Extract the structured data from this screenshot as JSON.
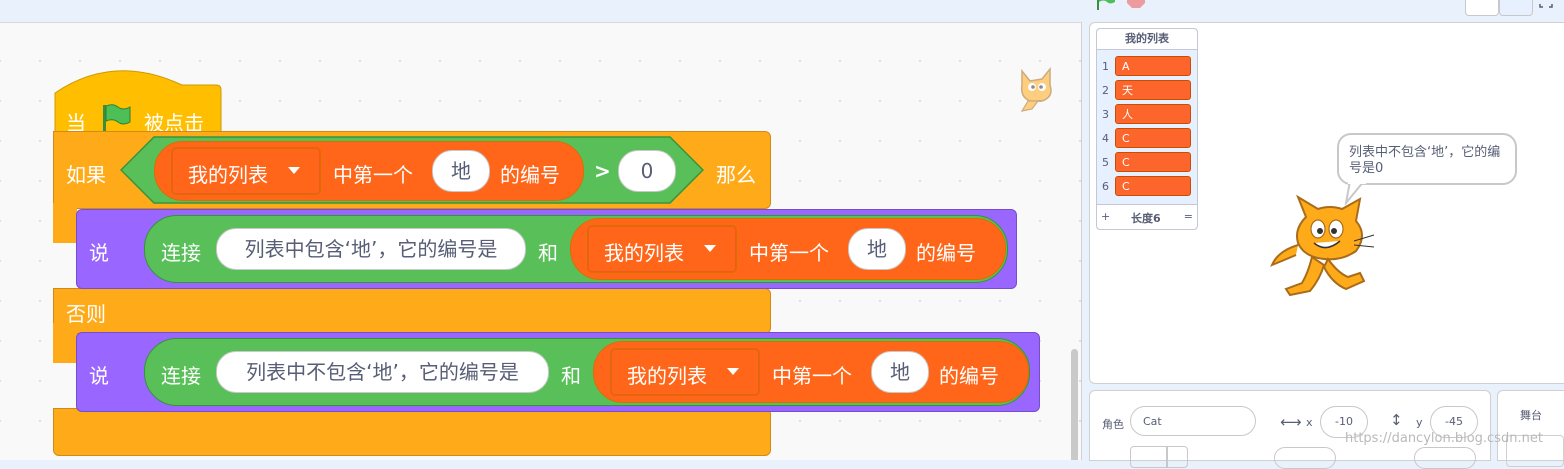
{
  "blocks": {
    "hat": {
      "when": "当",
      "clicked": "被点击"
    },
    "if": {
      "if_label": "如果",
      "then_label": "那么",
      "else_label": "否则"
    },
    "condition": {
      "list_name": "我的列表",
      "first_of": "中第一个",
      "item": "地",
      "index_of": "的编号",
      "op": ">",
      "value": "0"
    },
    "say1": {
      "say": "说",
      "join": "连接",
      "text": "列表中包含‘地’，它的编号是",
      "and": "和",
      "list_name": "我的列表",
      "first_of": "中第一个",
      "item": "地",
      "index_of": "的编号"
    },
    "say2": {
      "say": "说",
      "join": "连接",
      "text": "列表中不包含‘地’，它的编号是",
      "and": "和",
      "list_name": "我的列表",
      "first_of": "中第一个",
      "item": "地",
      "index_of": "的编号"
    }
  },
  "stage": {
    "list_monitor": {
      "title": "我的列表",
      "items": [
        {
          "index": "1",
          "value": "A"
        },
        {
          "index": "2",
          "value": "天"
        },
        {
          "index": "3",
          "value": "人"
        },
        {
          "index": "4",
          "value": "C"
        },
        {
          "index": "5",
          "value": "C"
        },
        {
          "index": "6",
          "value": "C"
        }
      ],
      "add": "+",
      "length": "长度6",
      "resize": "="
    },
    "speech": "列表中不包含‘地’，它的编号是0"
  },
  "sprite_info": {
    "sprite_label": "角色",
    "sprite_name": "Cat",
    "x_label": "x",
    "x_value": "-10",
    "y_label": "y",
    "y_value": "-45"
  },
  "stage_pane": {
    "label": "舞台"
  },
  "watermark": "https://dancylon.blog.csdn.net",
  "colors": {
    "events": "#ffbf00",
    "control": "#ffab19",
    "looks": "#9966ff",
    "operators": "#59c059",
    "list": "#ff661a",
    "flag": "#4cbf56"
  }
}
